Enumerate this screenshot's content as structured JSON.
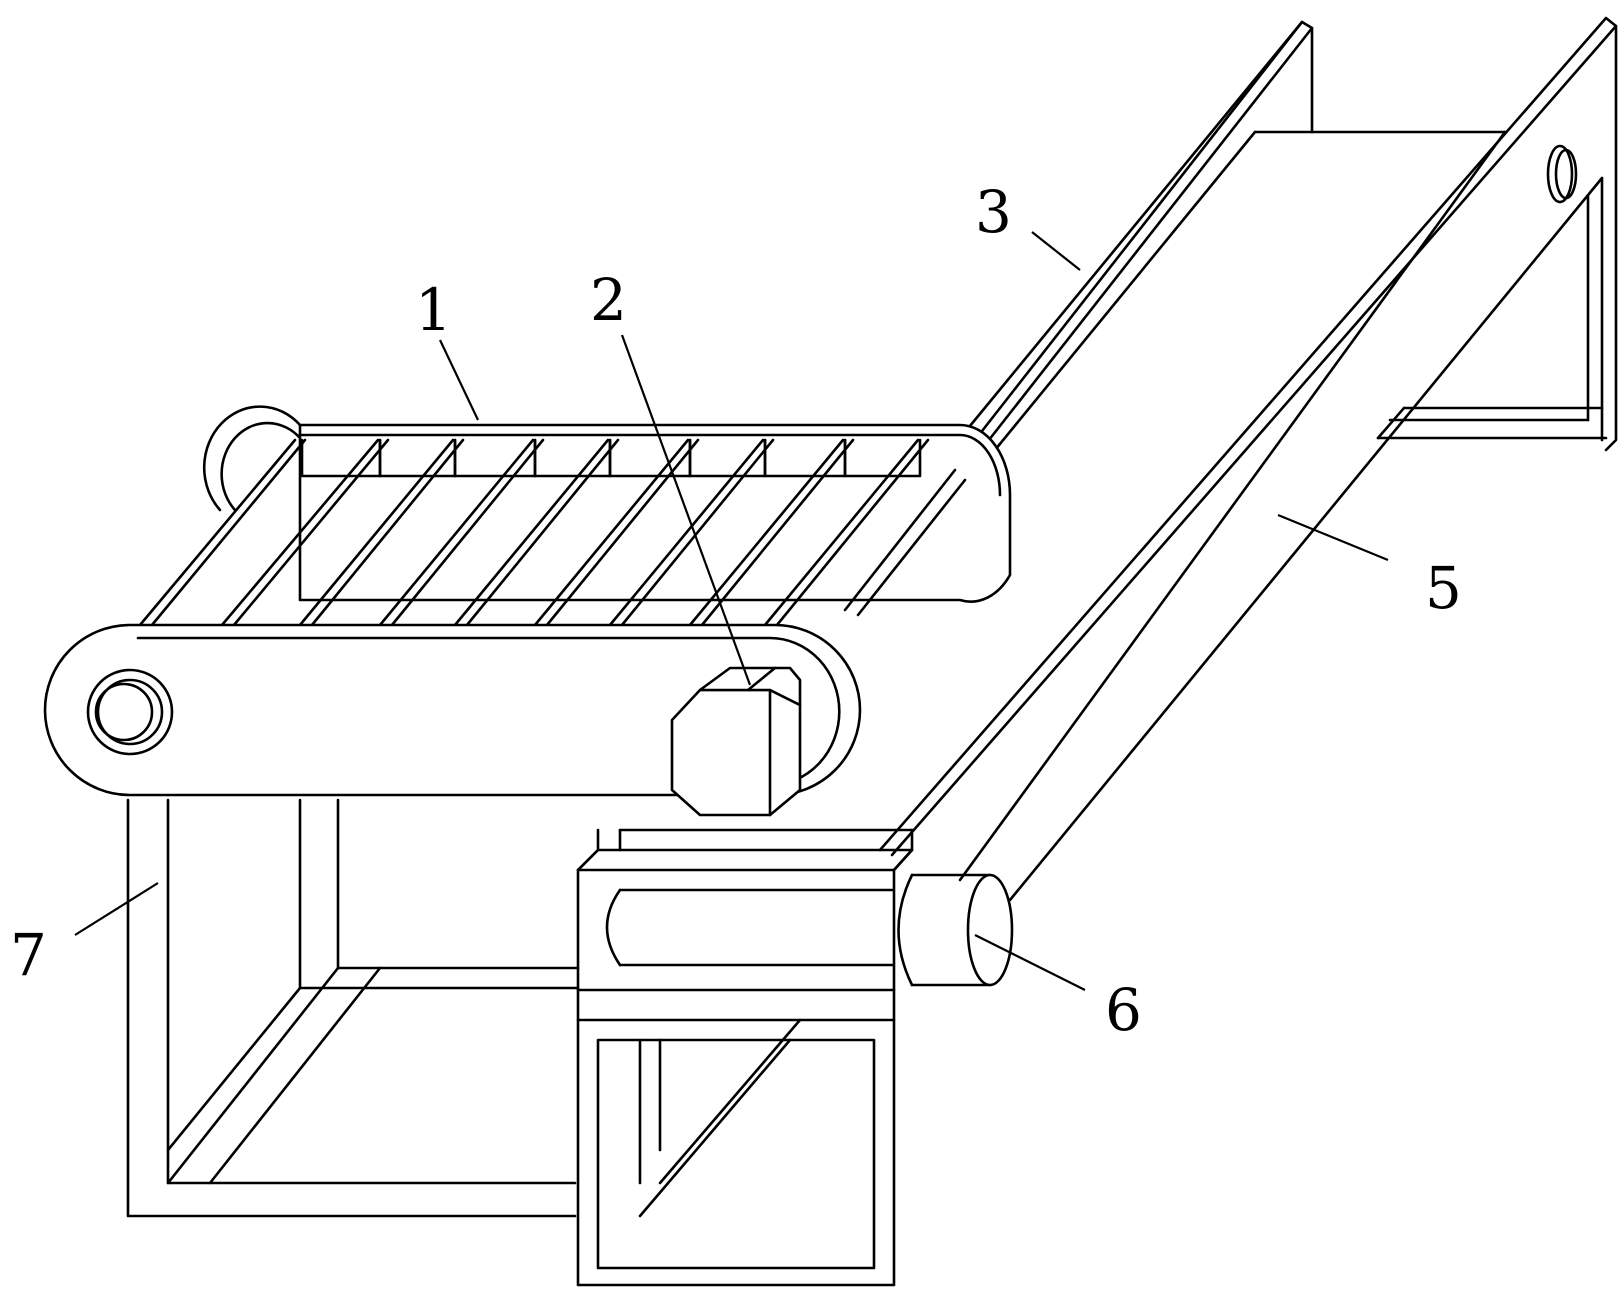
{
  "callouts": {
    "c1": "1",
    "c2": "2",
    "c3": "3",
    "c5": "5",
    "c6": "6",
    "c7": "7"
  },
  "colors": {
    "line": "#000000",
    "background": "#ffffff"
  }
}
